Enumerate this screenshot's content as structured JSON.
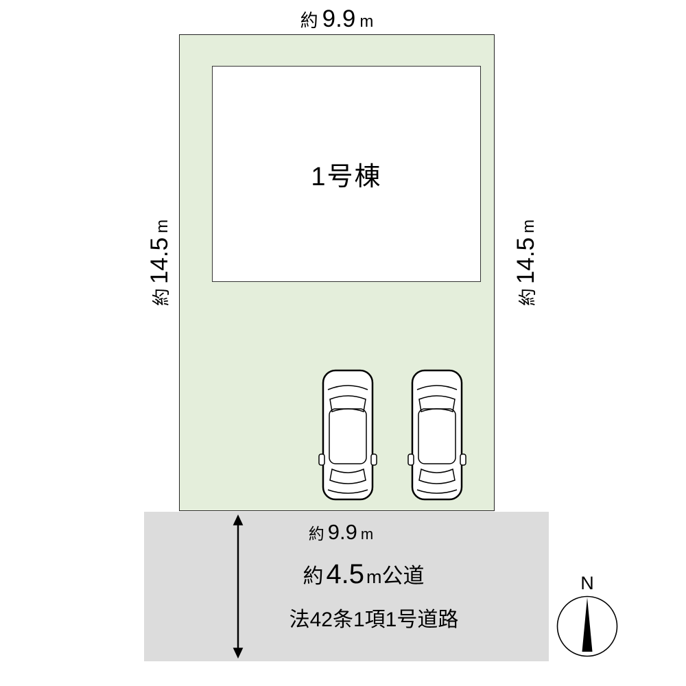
{
  "diagram": {
    "top_dimension": {
      "prefix": "約",
      "value": "9.9",
      "unit": "m"
    },
    "left_dimension": {
      "prefix": "約",
      "value": "14.5",
      "unit": "m"
    },
    "right_dimension": {
      "prefix": "約",
      "value": "14.5",
      "unit": "m"
    },
    "building": {
      "label": "1号棟"
    },
    "road": {
      "width_dimension": {
        "prefix": "約",
        "value": "9.9",
        "unit": "m"
      },
      "road_spec": {
        "prefix": "約",
        "value": "4.5",
        "unit": "m",
        "suffix": "公道"
      },
      "law_text": "法42条1項1号道路"
    },
    "compass": {
      "north_label": "N"
    },
    "colors": {
      "plot_fill": "#e4eedb",
      "road_fill": "#dcdcdc",
      "line_color": "#000000"
    }
  }
}
